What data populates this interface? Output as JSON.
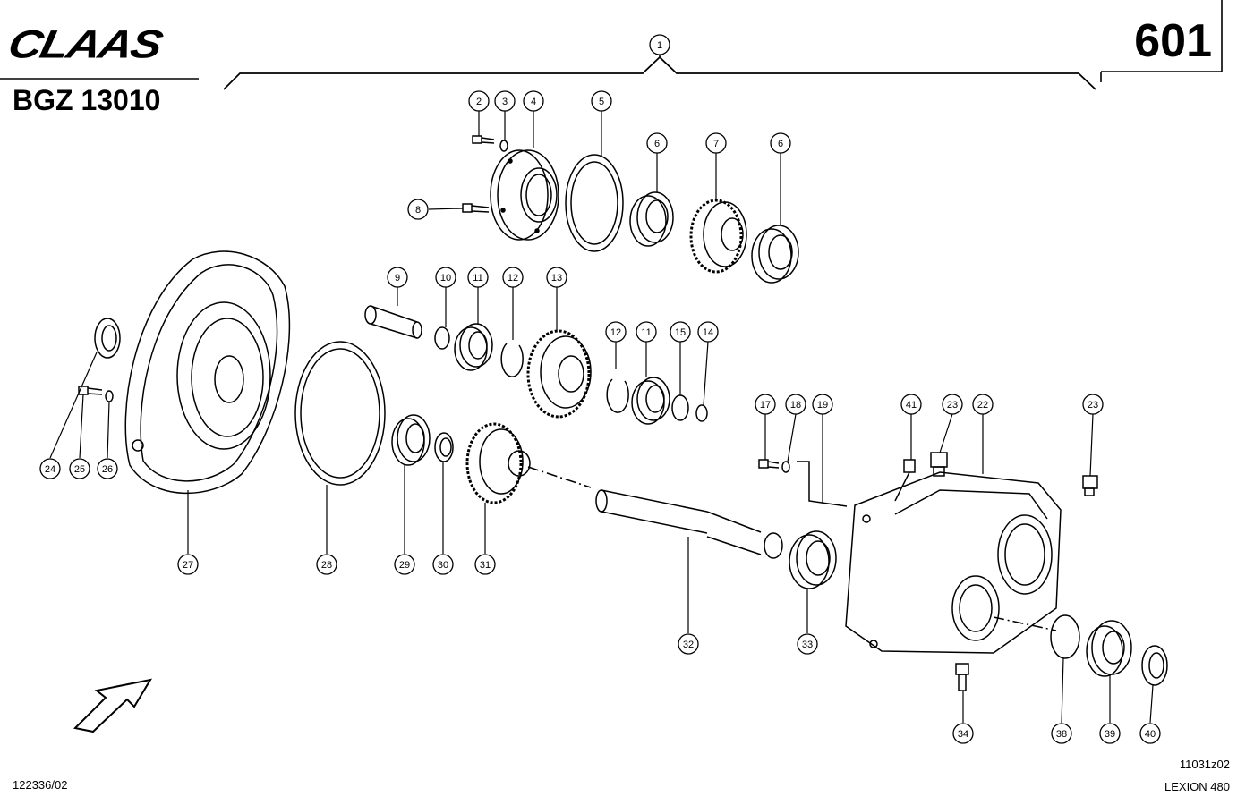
{
  "header": {
    "brand_logo_text": "CLAAS",
    "page_number": "601",
    "group_code": "BGZ 13010"
  },
  "footer": {
    "image_ref": "11031z02",
    "drawing_number": "122336/02",
    "model": "LEXION 480"
  },
  "callouts": {
    "c1": "1",
    "c2": "2",
    "c3": "3",
    "c4": "4",
    "c5": "5",
    "c6a": "6",
    "c7": "7",
    "c6b": "6",
    "c8": "8",
    "c9": "9",
    "c10": "10",
    "c11a": "11",
    "c12a": "12",
    "c13": "13",
    "c12b": "12",
    "c11b": "11",
    "c15": "15",
    "c14": "14",
    "c17": "17",
    "c18": "18",
    "c19": "19",
    "c41": "41",
    "c23a": "23",
    "c22": "22",
    "c23b": "23",
    "c24": "24",
    "c25": "25",
    "c26": "26",
    "c27": "27",
    "c28": "28",
    "c29": "29",
    "c30": "30",
    "c31": "31",
    "c32": "32",
    "c33": "33",
    "c34": "34",
    "c38": "38",
    "c39": "39",
    "c40": "40"
  }
}
